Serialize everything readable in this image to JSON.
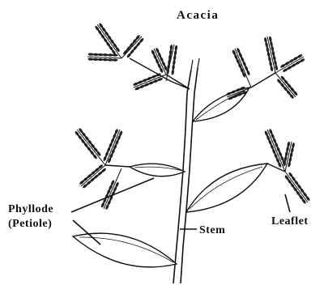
{
  "diagram": {
    "title": "Acacia",
    "labels": {
      "phyllode": "Phyllode",
      "petiole": "(Petiole)",
      "stem": "Stem",
      "leaflet": "Leaflet"
    }
  },
  "colors": {
    "ink": "#111111",
    "background": "#ffffff"
  }
}
